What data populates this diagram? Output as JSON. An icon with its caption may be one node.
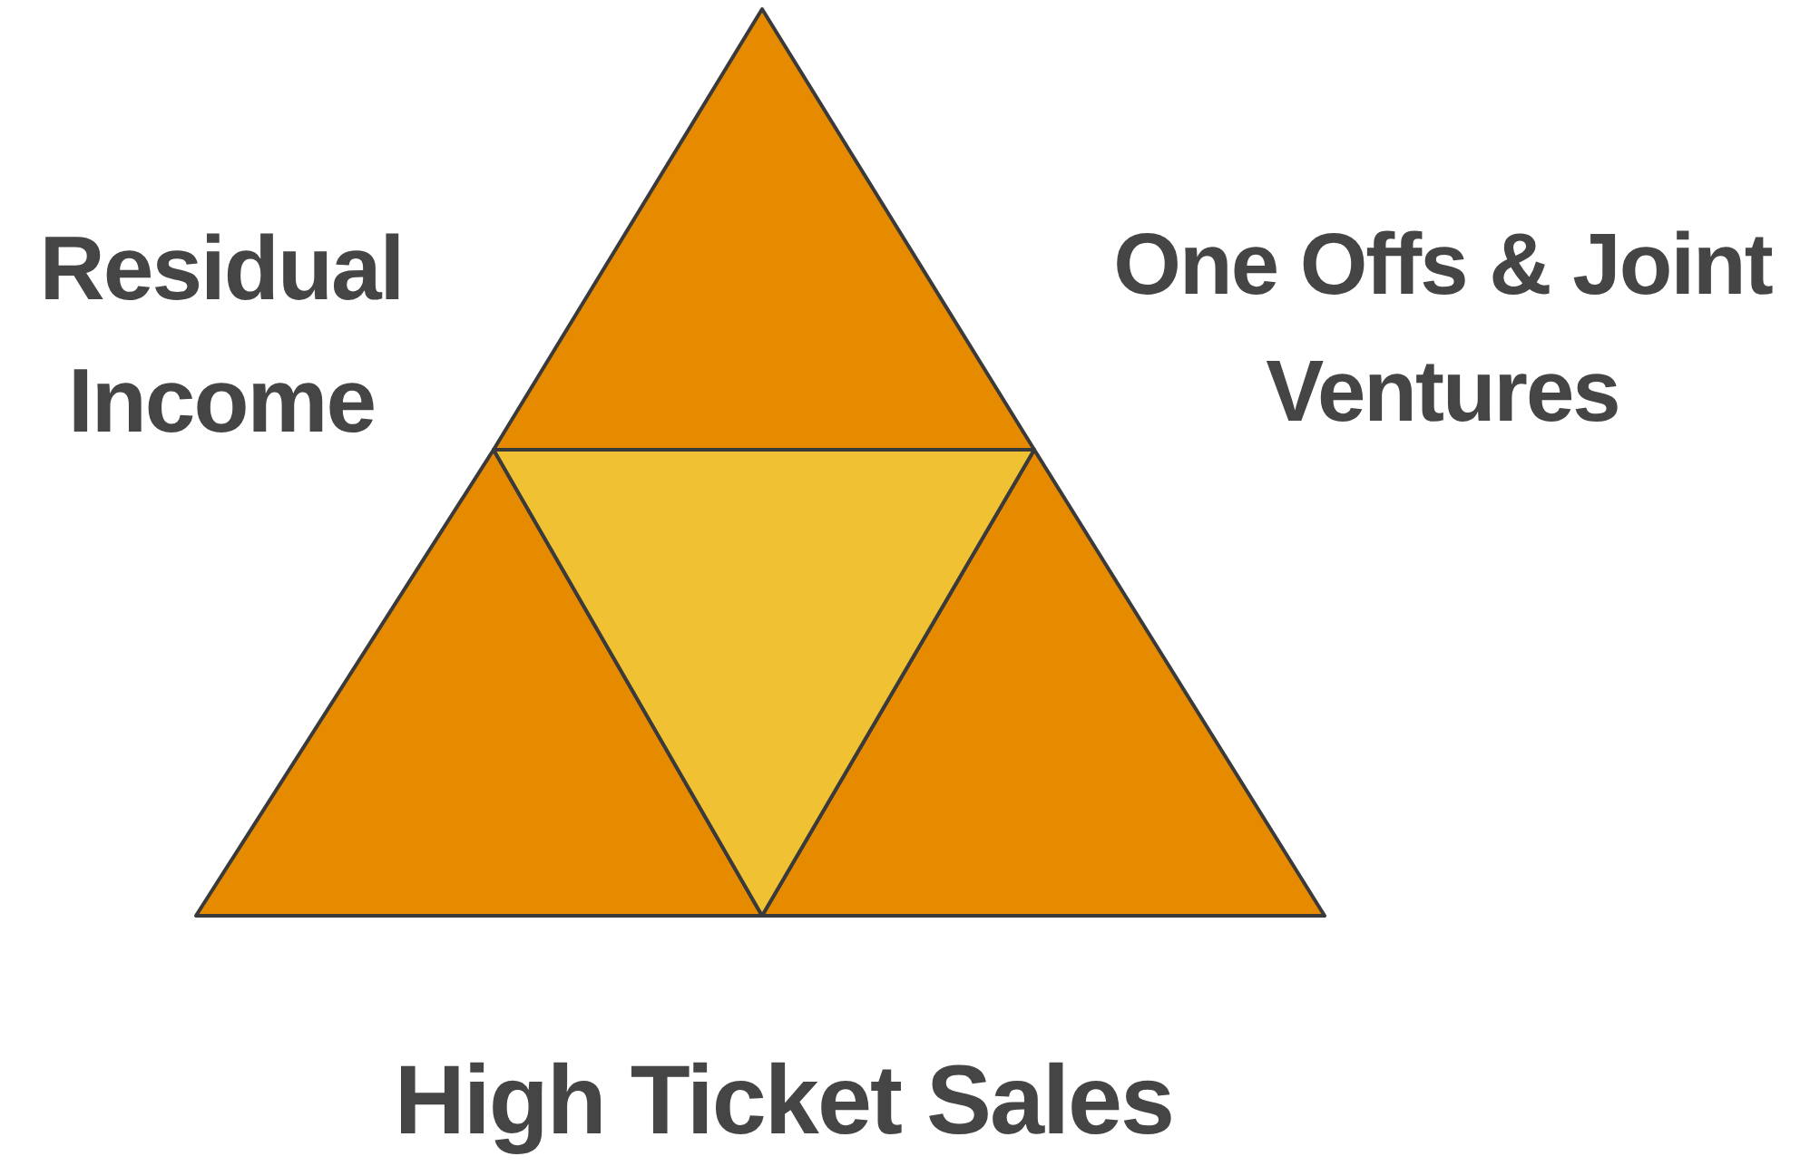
{
  "diagram": {
    "labels": [
      "Residual Income",
      "One Offs & Joint Ventures",
      "High Ticket Sales"
    ]
  }
}
